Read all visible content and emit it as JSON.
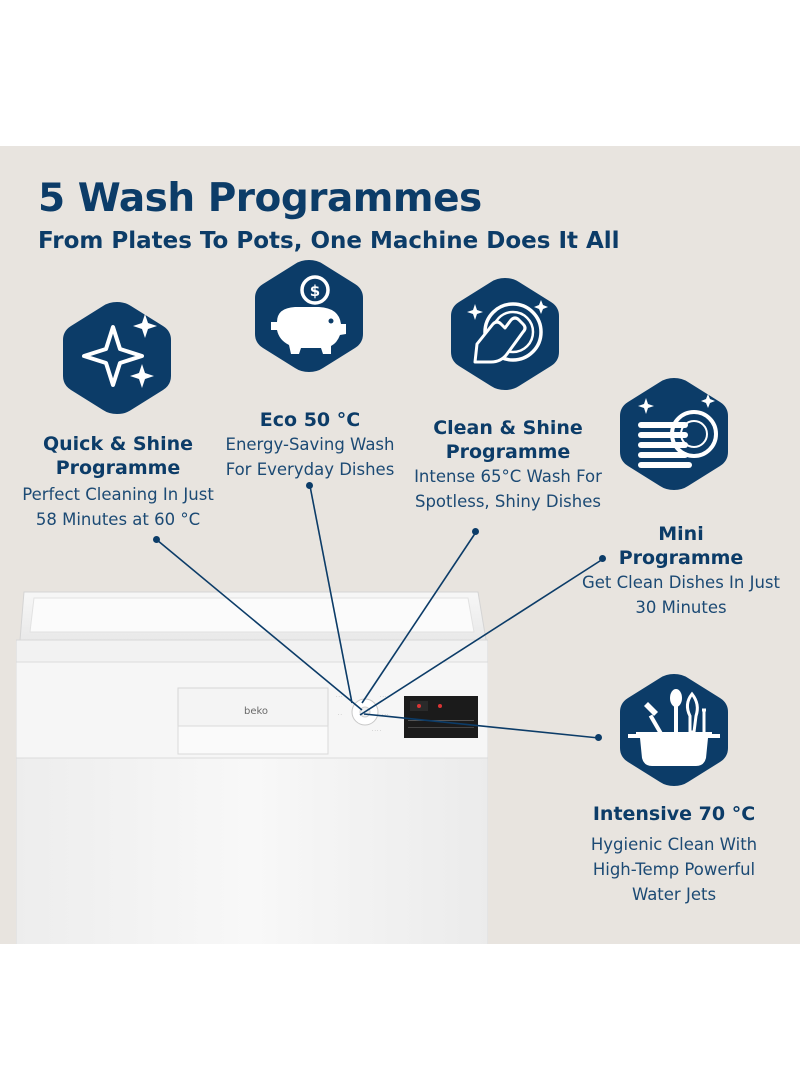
{
  "header": {
    "title": "5 Wash Programmes",
    "subtitle": "From Plates To Pots, One Machine Does It All"
  },
  "programmes": [
    {
      "name_line1": "Quick & Shine",
      "name_line2": "Programme",
      "desc_line1": "Perfect Cleaning In Just",
      "desc_line2": "58 Minutes at 60 °C",
      "icon": "sparkle-icon"
    },
    {
      "name_line1": "Eco 50 °C",
      "name_line2": "",
      "desc_line1": "Energy-Saving Wash",
      "desc_line2": "For Everyday Dishes",
      "icon": "piggy-bank-icon"
    },
    {
      "name_line1": "Clean & Shine",
      "name_line2": "Programme",
      "desc_line1": "Intense 65°C Wash For",
      "desc_line2": "Spotless, Shiny Dishes",
      "icon": "hand-wipe-plate-icon"
    },
    {
      "name_line1": "Mini",
      "name_line2": "Programme",
      "desc_line1": "Get Clean Dishes In Just",
      "desc_line2": "30 Minutes",
      "icon": "plate-stack-icon"
    },
    {
      "name_line1": "Intensive 70 °C",
      "name_line2": "",
      "desc_line1": "Hygienic Clean With",
      "desc_line2": "High-Temp Powerful",
      "desc_line3": "Water Jets",
      "icon": "pot-utensils-icon"
    }
  ],
  "appliance": {
    "brand": "beko"
  },
  "colors": {
    "navy": "#0c3c68",
    "background": "#e8e4df",
    "white": "#ffffff"
  }
}
